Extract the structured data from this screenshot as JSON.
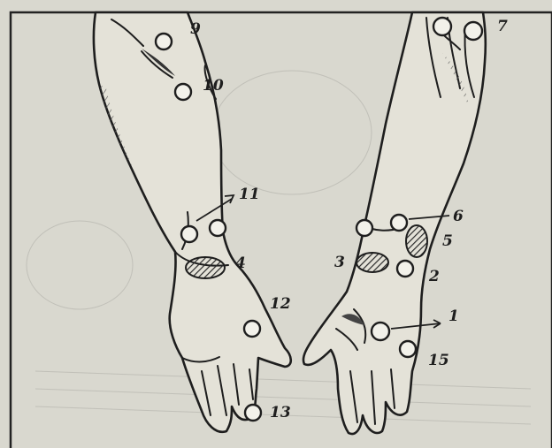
{
  "points": [
    {
      "n": "9"
    },
    {
      "n": "10"
    },
    {
      "n": "11"
    },
    {
      "n": "4"
    },
    {
      "n": "12"
    },
    {
      "n": "13"
    },
    {
      "n": "7"
    },
    {
      "n": "6"
    },
    {
      "n": "5"
    },
    {
      "n": "3"
    },
    {
      "n": "2"
    },
    {
      "n": "1"
    },
    {
      "n": "15"
    }
  ],
  "colors": {
    "paper": "#d9d8cf",
    "ink": "#1e1e1e",
    "hatch": "#3a3a3a"
  }
}
